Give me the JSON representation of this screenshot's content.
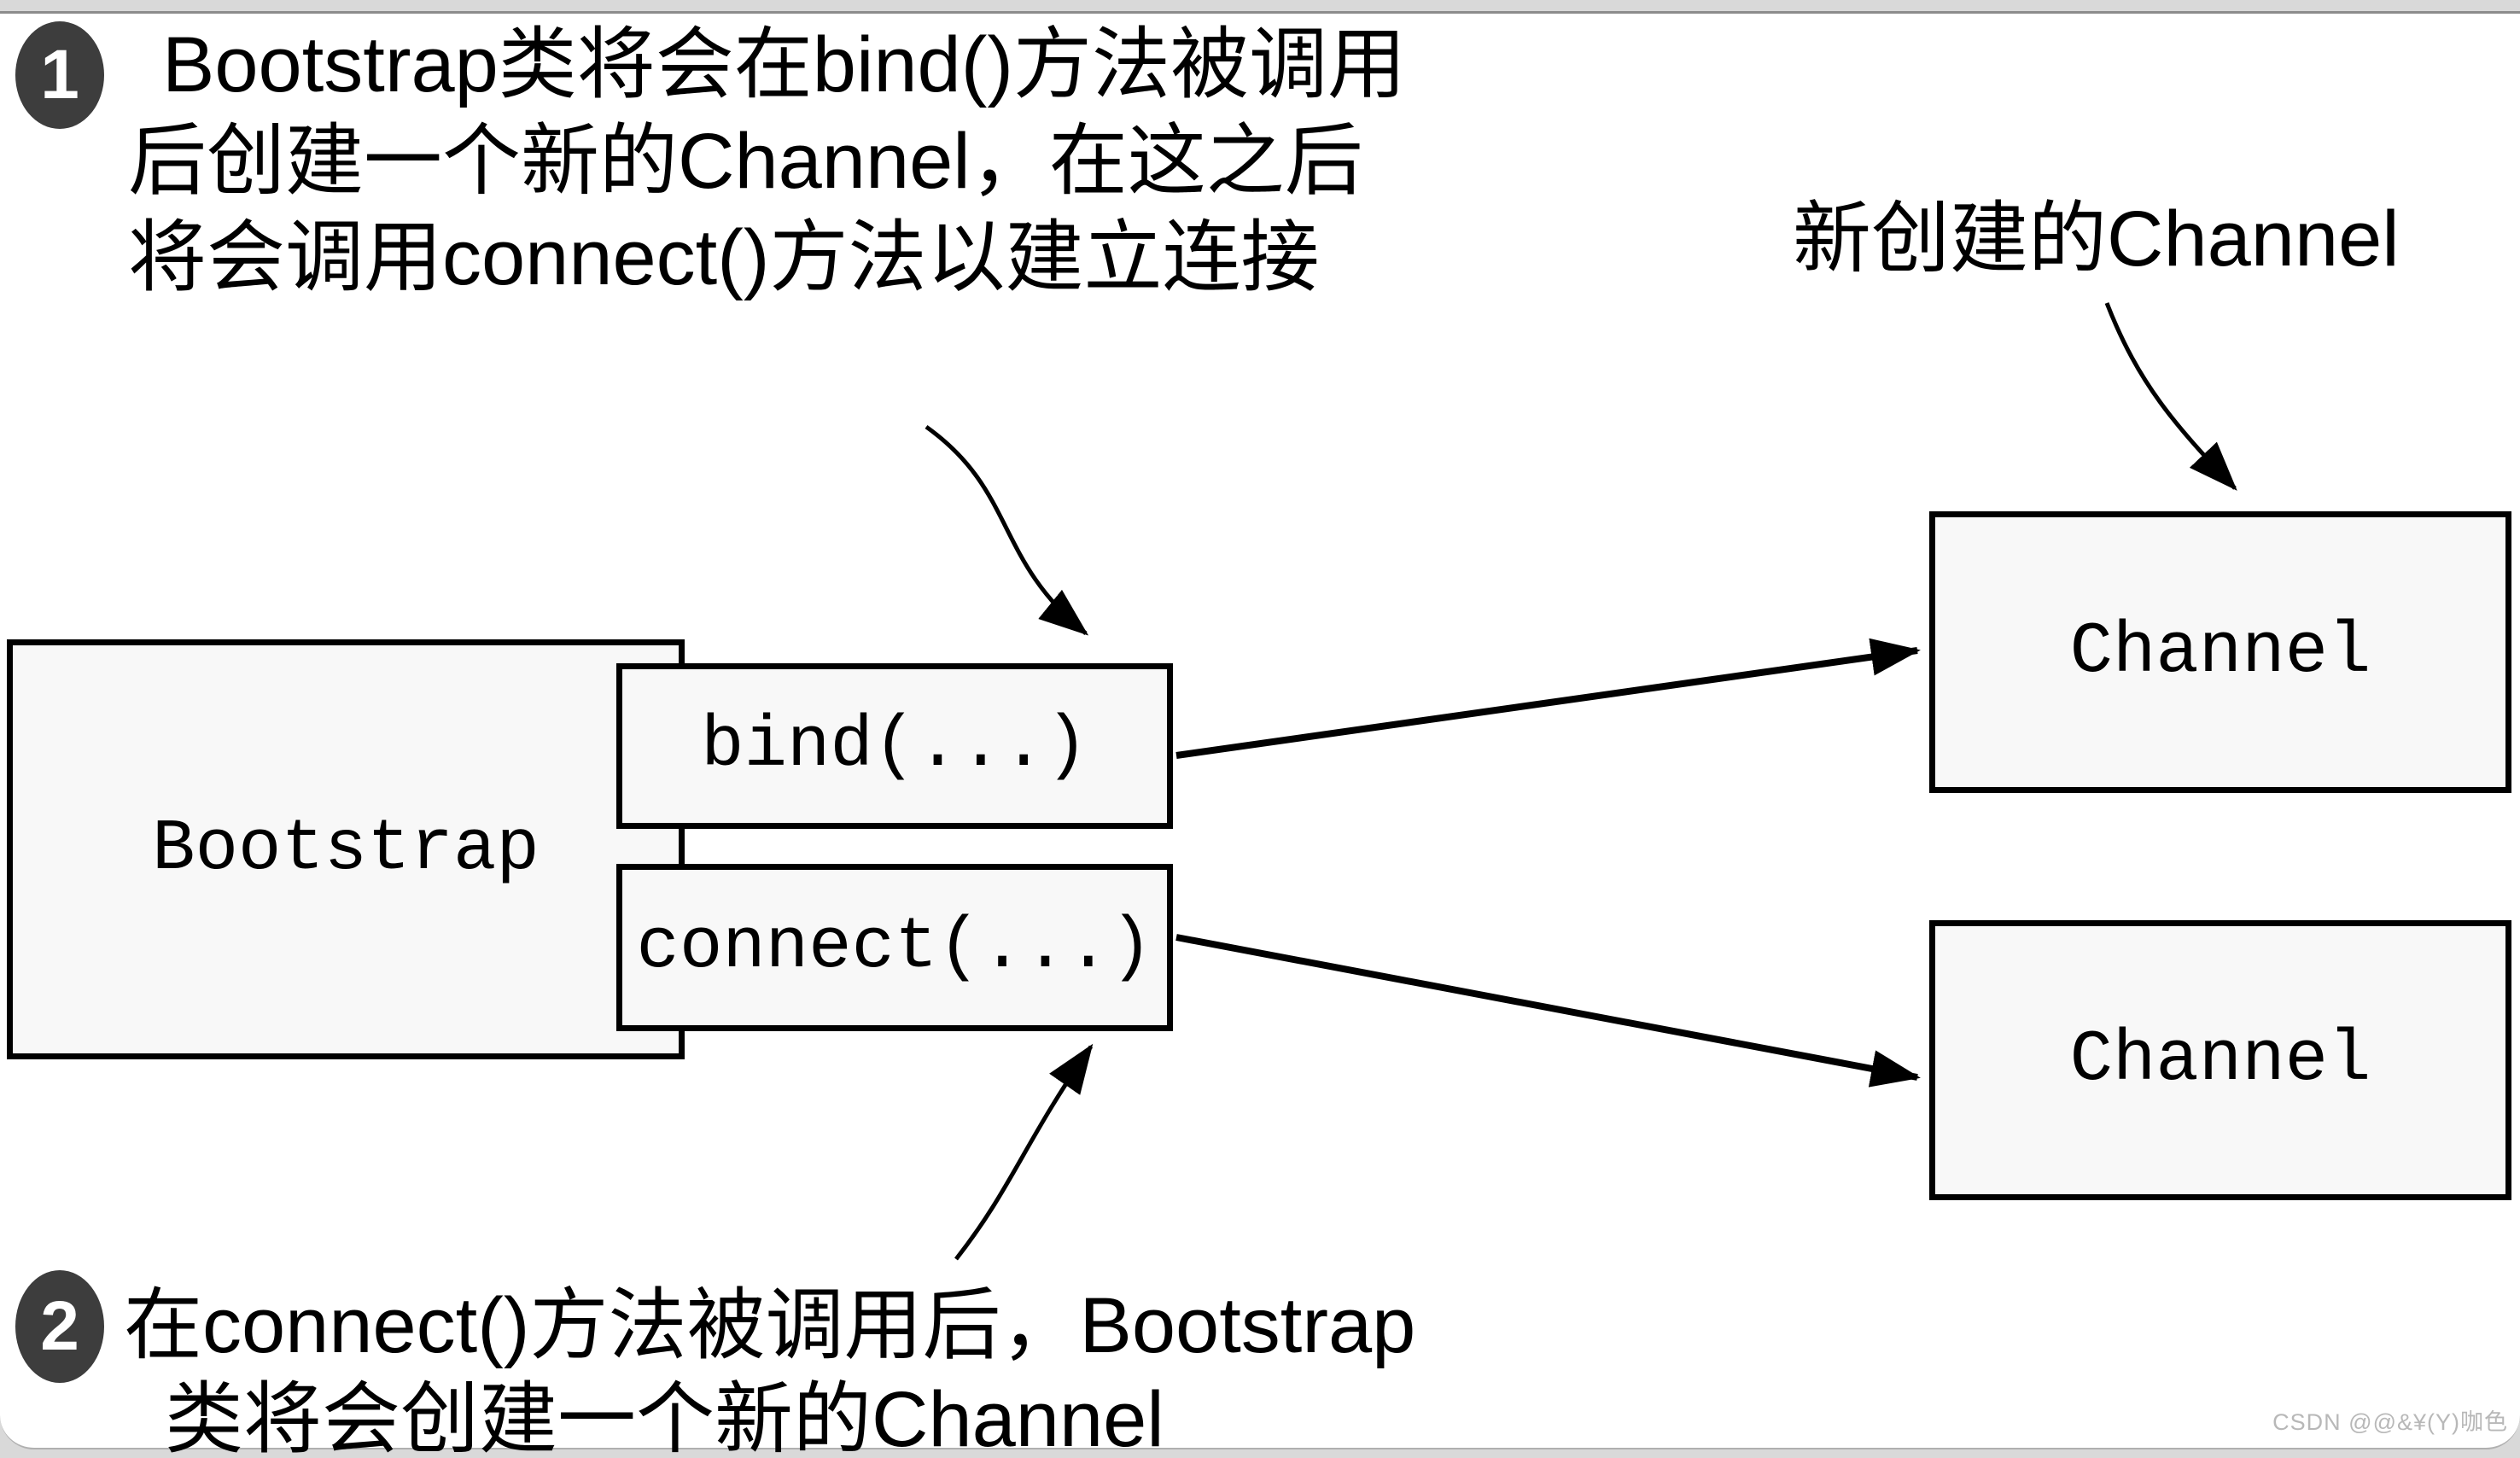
{
  "annotations": {
    "step1": {
      "badge": "1",
      "lines": [
        "Bootstrap类将会在bind()方法被调用",
        "后创建一个新的Channel，在这之后",
        "将会调用connect()方法以建立连接"
      ]
    },
    "step2": {
      "badge": "2",
      "lines": [
        "在connect()方法被调用后，Bootstrap",
        "类将会创建一个新的Channel"
      ]
    },
    "new_channel_label": "新创建的Channel"
  },
  "nodes": {
    "bootstrap": {
      "label": "Bootstrap"
    },
    "bind": {
      "label": "bind(...)"
    },
    "connect": {
      "label": "connect(...)"
    },
    "channel_top": {
      "label": "Channel"
    },
    "channel_bottom": {
      "label": "Channel"
    }
  },
  "watermark": "CSDN @@&¥(Y)咖色",
  "colors": {
    "badge_fill": "#3d3d3d",
    "badge_text": "#ffffff",
    "box_fill": "#f8f8f8",
    "box_border": "#000000",
    "arrow": "#000000",
    "frame_gray": "#d9d9d9",
    "frame_line": "#8c8c8c",
    "watermark": "#b8b8b8"
  }
}
